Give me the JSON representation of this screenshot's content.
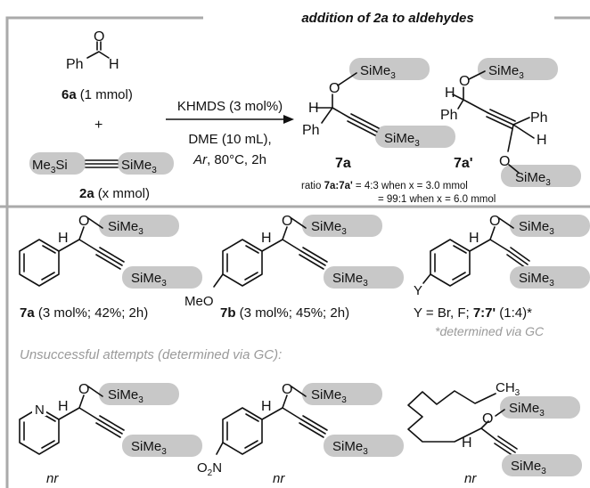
{
  "header": {
    "title": "addition of 2a to aldehydes"
  },
  "reagents": {
    "aldehyde_label": "6a",
    "aldehyde_amount": "(1 mmol)",
    "plus": "+",
    "alkyne_label": "2a",
    "alkyne_amount": "(x mmol)"
  },
  "conditions": {
    "line1": "KHMDS (3 mol%)",
    "line2": "DME (10 mL),",
    "line3_ar": "Ar",
    "line3_rest": ", 80°C, 2h"
  },
  "products": {
    "p1": "7a",
    "p2": "7a'"
  },
  "ratio": {
    "prefix": "ratio ",
    "label": "7a:7a'",
    "line1_rest": " = 4:3 when x = 3.0 mmol",
    "line2": "= 99:1 when x = 6.0 mmol"
  },
  "scope": {
    "e1_label": "7a",
    "e1_rest": " (3 mol%; 42%; 2h)",
    "e2_label": "7b",
    "e2_rest": " (3 mol%; 45%; 2h)",
    "e3_pre": "Y = Br, F;  ",
    "e3_label": "7:7'",
    "e3_post": " (1:4)*",
    "footnote": "*determined via GC"
  },
  "unsuccessful": {
    "title": "Unsuccessful attempts (determined via GC):",
    "nr": "nr"
  },
  "atoms": {
    "Ph": "Ph",
    "H": "H",
    "O": "O",
    "SiMe": "SiMe",
    "sub3": "3",
    "Me": "Me",
    "Si": "Si",
    "MeO": "MeO",
    "Y": "Y",
    "N": "N",
    "CH": "CH",
    "O2N_O": "O",
    "O2N_N": "N",
    "sub2": "2"
  }
}
